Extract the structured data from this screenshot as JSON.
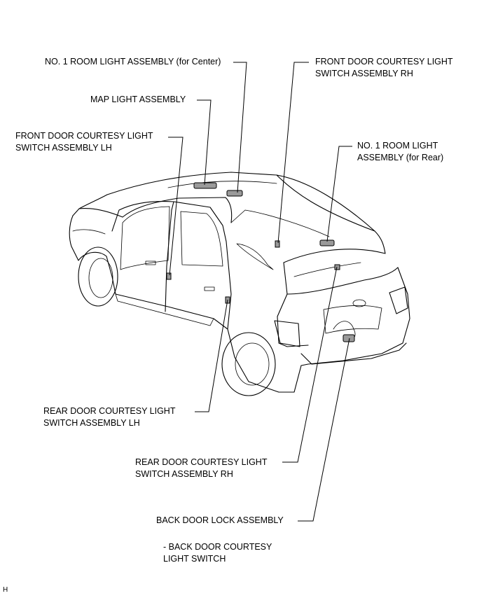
{
  "callouts": {
    "room_light_center": {
      "lines": [
        "NO. 1 ROOM LIGHT ASSEMBLY (for Center)"
      ]
    },
    "front_door_switch_rh": {
      "lines": [
        "FRONT DOOR COURTESY LIGHT",
        "SWITCH ASSEMBLY RH"
      ]
    },
    "map_light": {
      "lines": [
        "MAP LIGHT ASSEMBLY"
      ]
    },
    "front_door_switch_lh": {
      "lines": [
        "FRONT DOOR COURTESY LIGHT",
        "SWITCH ASSEMBLY LH"
      ]
    },
    "room_light_rear": {
      "lines": [
        "NO. 1 ROOM LIGHT",
        "ASSEMBLY (for Rear)"
      ]
    },
    "rear_door_switch_lh": {
      "lines": [
        "REAR DOOR COURTESY LIGHT",
        "SWITCH ASSEMBLY LH"
      ]
    },
    "rear_door_switch_rh": {
      "lines": [
        "REAR DOOR COURTESY LIGHT",
        "SWITCH ASSEMBLY RH"
      ]
    },
    "back_door_lock": {
      "lines": [
        "BACK DOOR LOCK ASSEMBLY"
      ]
    },
    "back_door_courtesy_note": {
      "lines": [
        "- BACK DOOR COURTESY",
        "LIGHT SWITCH"
      ]
    }
  },
  "corner_code": "H"
}
